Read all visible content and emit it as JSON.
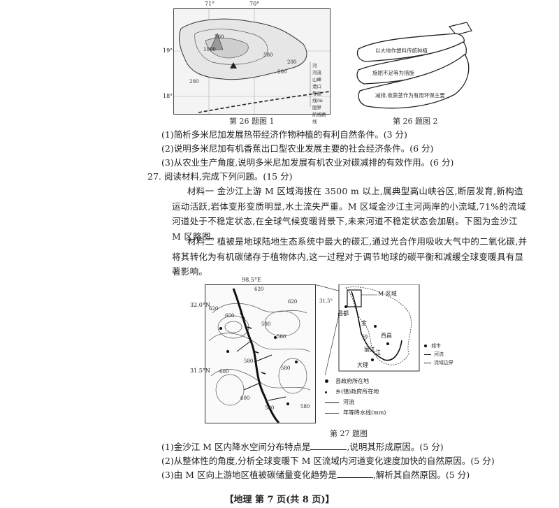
{
  "fig26_1": {
    "lon_labels": [
      "71°",
      "70°"
    ],
    "lat_labels": [
      "19°",
      "18°"
    ],
    "contours": [
      "500",
      "1000",
      "200",
      "500",
      "200",
      "200"
    ],
    "legend": [
      "河",
      "河流",
      "山峰",
      "港口",
      "等高线/m",
      "国界",
      "航线路线"
    ],
    "caption": "第 26 题图 1"
  },
  "fig26_2": {
    "banana_labels": [
      "以大地作塑料传统种植",
      "施肥不足等为措施",
      "减排,收获茎作为有用环保主要"
    ],
    "caption": "第 26 题图 2"
  },
  "q26": {
    "items": [
      "(1)简析多米尼加发展热带经济作物种植的有利自然条件。(3 分)",
      "(2)说明多米尼加有机香蕉出口型农业发展主要的社会经济条件。(6 分)",
      "(3)从农业生产角度,说明多米尼加发展有机农业对碳减排的有效作用。(6 分)"
    ]
  },
  "q27": {
    "title": "27. 阅读材料,完成下列问题。(15 分)",
    "material1_label": "材料一",
    "material1_text": "金沙江上游 M 区域海拔在 3500 m 以上,属典型高山峡谷区,断层发育,新构造运动活跃,岩体变形变质明显,水土流失严重。M 区域金沙江主河两岸的小流域,71%的流域河道处于不稳定状态,在全球气候变暖背景下,未来河道不稳定状态会加剧。下图为金沙江 M 区略图。",
    "material2_label": "材料二",
    "material2_text": "植被是地球陆地生态系统中最大的碳汇,通过光合作用吸收大气中的二氧化碳,并将其转化为有机碳储存于植物体内,这一过程对于调节地球的碳平衡和减缓全球变暖具有显著影响。",
    "map": {
      "lon": "98.5°E",
      "lat_top": "32.0°N",
      "lat_bottom": "31.5°N",
      "contours": [
        "620",
        "620",
        "620",
        "600",
        "580",
        "580",
        "580",
        "600",
        "600",
        "580",
        "580",
        "580"
      ]
    },
    "inset": {
      "region_label": "M 区域",
      "lat": "31.5°",
      "places": [
        "昌都",
        "金",
        "沙",
        "江",
        "西昌",
        "丽江",
        "大理"
      ],
      "legend": [
        "城市",
        "河流",
        "流域边界"
      ]
    },
    "map_legend": [
      "县政府所在地",
      "乡(镇)政府所在地",
      "河流",
      "年等降水线(mm)"
    ],
    "caption": "第 27 题图",
    "questions": [
      {
        "pre": "(1)金沙江 M 区内降水空间分布特点是",
        "post": ",说明其形成原因。(5 分)"
      },
      {
        "pre": "(2)从整体性的角度,分析全球变暖下 M 区流域内河道变化速度加快的自然原因。(5 分)",
        "post": ""
      },
      {
        "pre": "(3)由 M 区向上游地区植被碳储量变化趋势是",
        "post": ",解析其自然原因。(5 分)"
      }
    ]
  },
  "footer": "【地理  第 7 页(共 8 页)】"
}
